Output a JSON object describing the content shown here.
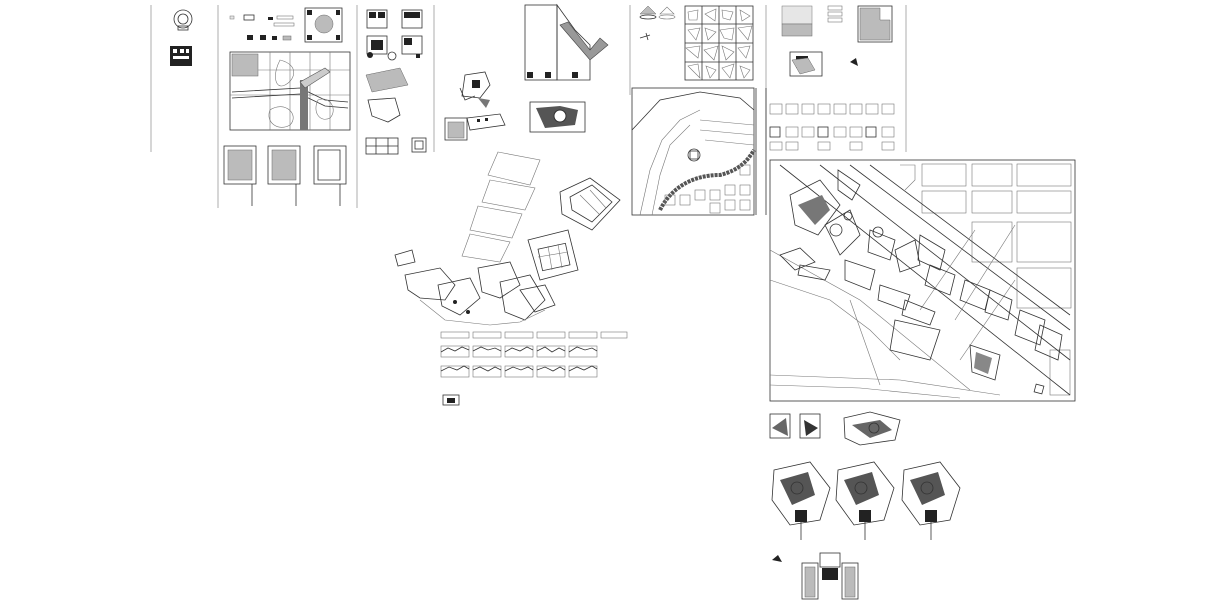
{
  "canvas": {
    "background": "#ffffff",
    "line_color": "#333333",
    "light_line_color": "#777777",
    "fill_dark": "#222222",
    "fill_gray": "#bbbbbb"
  },
  "sheets": [
    {
      "id": "sheet-a",
      "label": ""
    },
    {
      "id": "sheet-b",
      "label": ""
    },
    {
      "id": "sheet-c",
      "label": ""
    },
    {
      "id": "sheet-d",
      "label": ""
    },
    {
      "id": "sheet-e",
      "label": ""
    },
    {
      "id": "sheet-f",
      "label": ""
    },
    {
      "id": "sheet-g",
      "label": ""
    }
  ]
}
